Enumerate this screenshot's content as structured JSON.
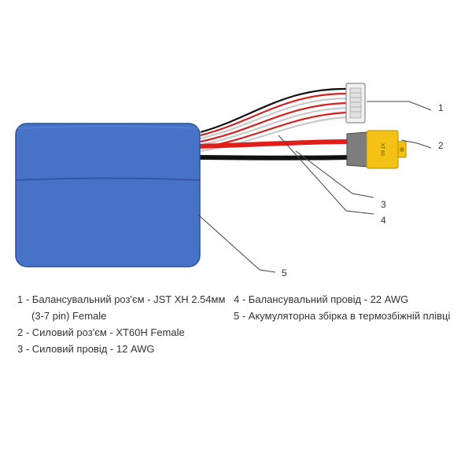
{
  "colors": {
    "pack_fill": "#4773c6",
    "pack_stroke": "#2f4f9a",
    "power_red": "#e21b1b",
    "power_black": "#111111",
    "balance_red": "#d42020",
    "balance_grey": "#c9c9c9",
    "connector_yellow": "#f3c214",
    "connector_grey": "#7d7d7d",
    "callout_line": "#444444"
  },
  "connector_marking": "XT 60",
  "callouts": [
    {
      "number": "1"
    },
    {
      "number": "2"
    },
    {
      "number": "3"
    },
    {
      "number": "4"
    },
    {
      "number": "5"
    }
  ],
  "legend": {
    "left": [
      {
        "text": "1 - Балансувальний роз'єм - JST XH 2.54мм",
        "continuation": "(3-7 pin) Female"
      },
      {
        "text": "2 - Силовий роз'єм - XT60H Female"
      },
      {
        "text": "3 - Силовий провід - 12 AWG"
      }
    ],
    "right": [
      {
        "text": "4 - Балансувальний провід - 22 AWG"
      },
      {
        "text": "5 - Акумуляторна збірка в термозбіжній плівці"
      }
    ]
  }
}
